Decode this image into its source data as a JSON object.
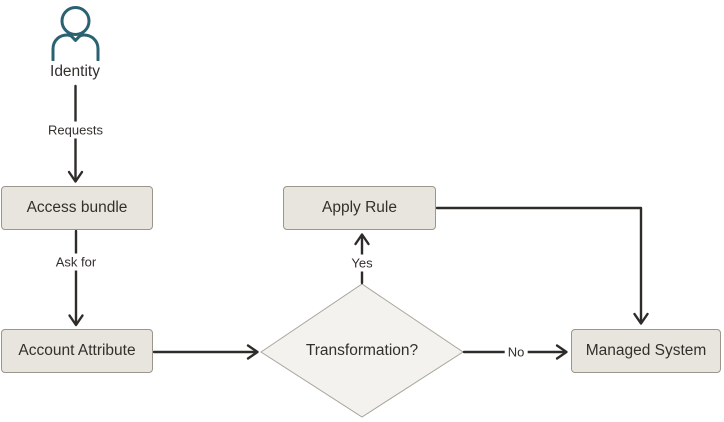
{
  "diagram": {
    "nodes": {
      "identity": {
        "label": "Identity",
        "icon": "person-icon"
      },
      "access_bundle": {
        "label": "Access bundle"
      },
      "account_attribute": {
        "label": "Account Attribute"
      },
      "transformation": {
        "label": "Transformation?"
      },
      "apply_rule": {
        "label": "Apply Rule"
      },
      "managed_system": {
        "label": "Managed System"
      }
    },
    "edge_labels": {
      "requests": "Requests",
      "ask_for": "Ask for",
      "yes": "Yes",
      "no": "No"
    },
    "colors": {
      "background": "#ffffff",
      "node_fill": "#e8e5df",
      "node_border": "#9c958b",
      "decision_fill": "#f3f2ef",
      "decision_border": "#aaa49c",
      "connector": "#2e2b28",
      "text": "#33302c",
      "person_icon_stroke": "#2b6272"
    }
  }
}
